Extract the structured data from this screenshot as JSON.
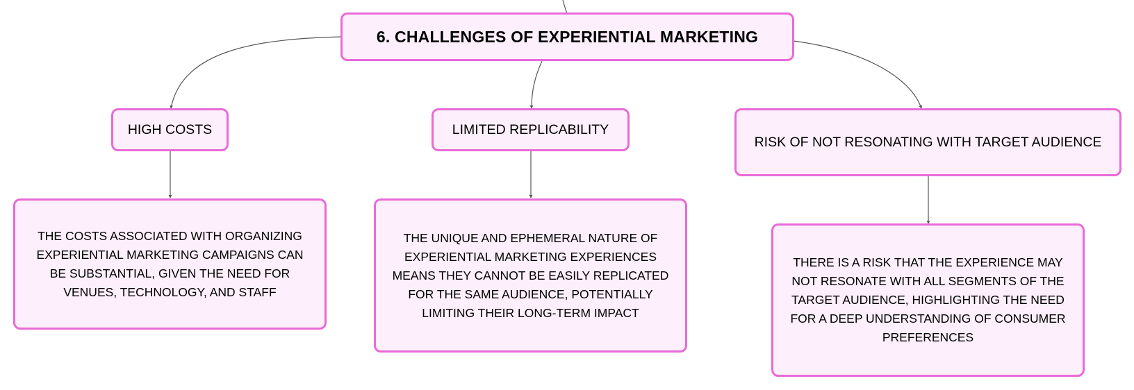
{
  "diagram": {
    "root": {
      "label": "6. CHALLENGES OF EXPERIENTIAL MARKETING"
    },
    "branches": [
      {
        "label": "HIGH COSTS",
        "detail": "THE COSTS ASSOCIATED WITH ORGANIZING EXPERIENTIAL MARKETING CAMPAIGNS CAN BE SUBSTANTIAL, GIVEN THE NEED FOR VENUES, TECHNOLOGY, AND STAFF"
      },
      {
        "label": "LIMITED REPLICABILITY",
        "detail": "THE UNIQUE AND EPHEMERAL NATURE OF EXPERIENTIAL MARKETING EXPERIENCES MEANS THEY CANNOT BE EASILY REPLICATED FOR THE SAME AUDIENCE, POTENTIALLY LIMITING THEIR LONG-TERM IMPACT"
      },
      {
        "label": "RISK OF NOT RESONATING WITH TARGET AUDIENCE",
        "detail": "THERE IS A RISK THAT THE EXPERIENCE MAY NOT RESONATE WITH ALL SEGMENTS OF THE TARGET AUDIENCE, HIGHLIGHTING THE NEED FOR A DEEP UNDERSTANDING OF CONSUMER PREFERENCES"
      }
    ],
    "colors": {
      "node_fill": "#fdeffb",
      "node_border": "#e86ad8",
      "connector": "#555555",
      "text": "#000000"
    }
  }
}
